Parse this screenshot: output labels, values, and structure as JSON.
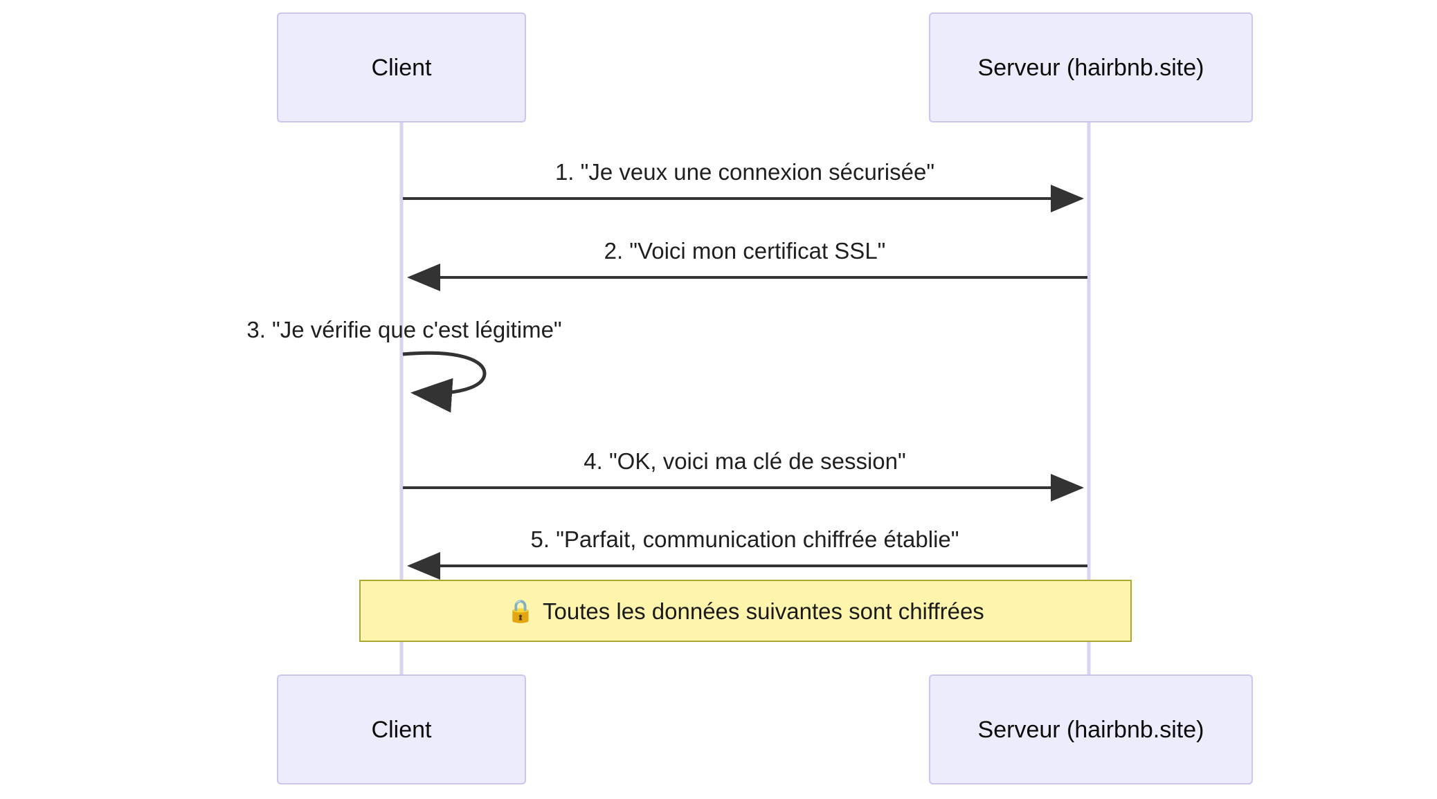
{
  "diagram": {
    "type": "sequence-diagram",
    "background_color": "#ffffff",
    "actor_fill": "#ececfd",
    "actor_border": "#ccc6ee",
    "lifeline_color": "#d8d4f0",
    "arrow_color": "#333333",
    "note_fill": "#fff5ad",
    "note_border": "#aaaa33"
  },
  "actors": [
    {
      "id": "client",
      "label_top": "Client",
      "label_bottom": "Client"
    },
    {
      "id": "server",
      "label_top": "Serveur (hairbnb.site)",
      "label_bottom": "Serveur (hairbnb.site)"
    }
  ],
  "messages": [
    {
      "number": "1",
      "label": "1. \"Je veux une connexion sécurisée\"",
      "from": "client",
      "to": "server",
      "direction": "right"
    },
    {
      "number": "2",
      "label": "2. \"Voici mon certificat SSL\"",
      "from": "server",
      "to": "client",
      "direction": "left"
    },
    {
      "number": "3",
      "label": "3. \"Je vérifie que c'est légitime\"",
      "from": "client",
      "to": "client",
      "direction": "self"
    },
    {
      "number": "4",
      "label": "4. \"OK, voici ma clé de session\"",
      "from": "client",
      "to": "server",
      "direction": "right"
    },
    {
      "number": "5",
      "label": "5. \"Parfait, communication chiffrée établie\"",
      "from": "server",
      "to": "client",
      "direction": "left"
    }
  ],
  "note": {
    "icon": "lock-icon",
    "icon_glyph": "🔒",
    "text": "Toutes les données suivantes sont chiffrées"
  }
}
